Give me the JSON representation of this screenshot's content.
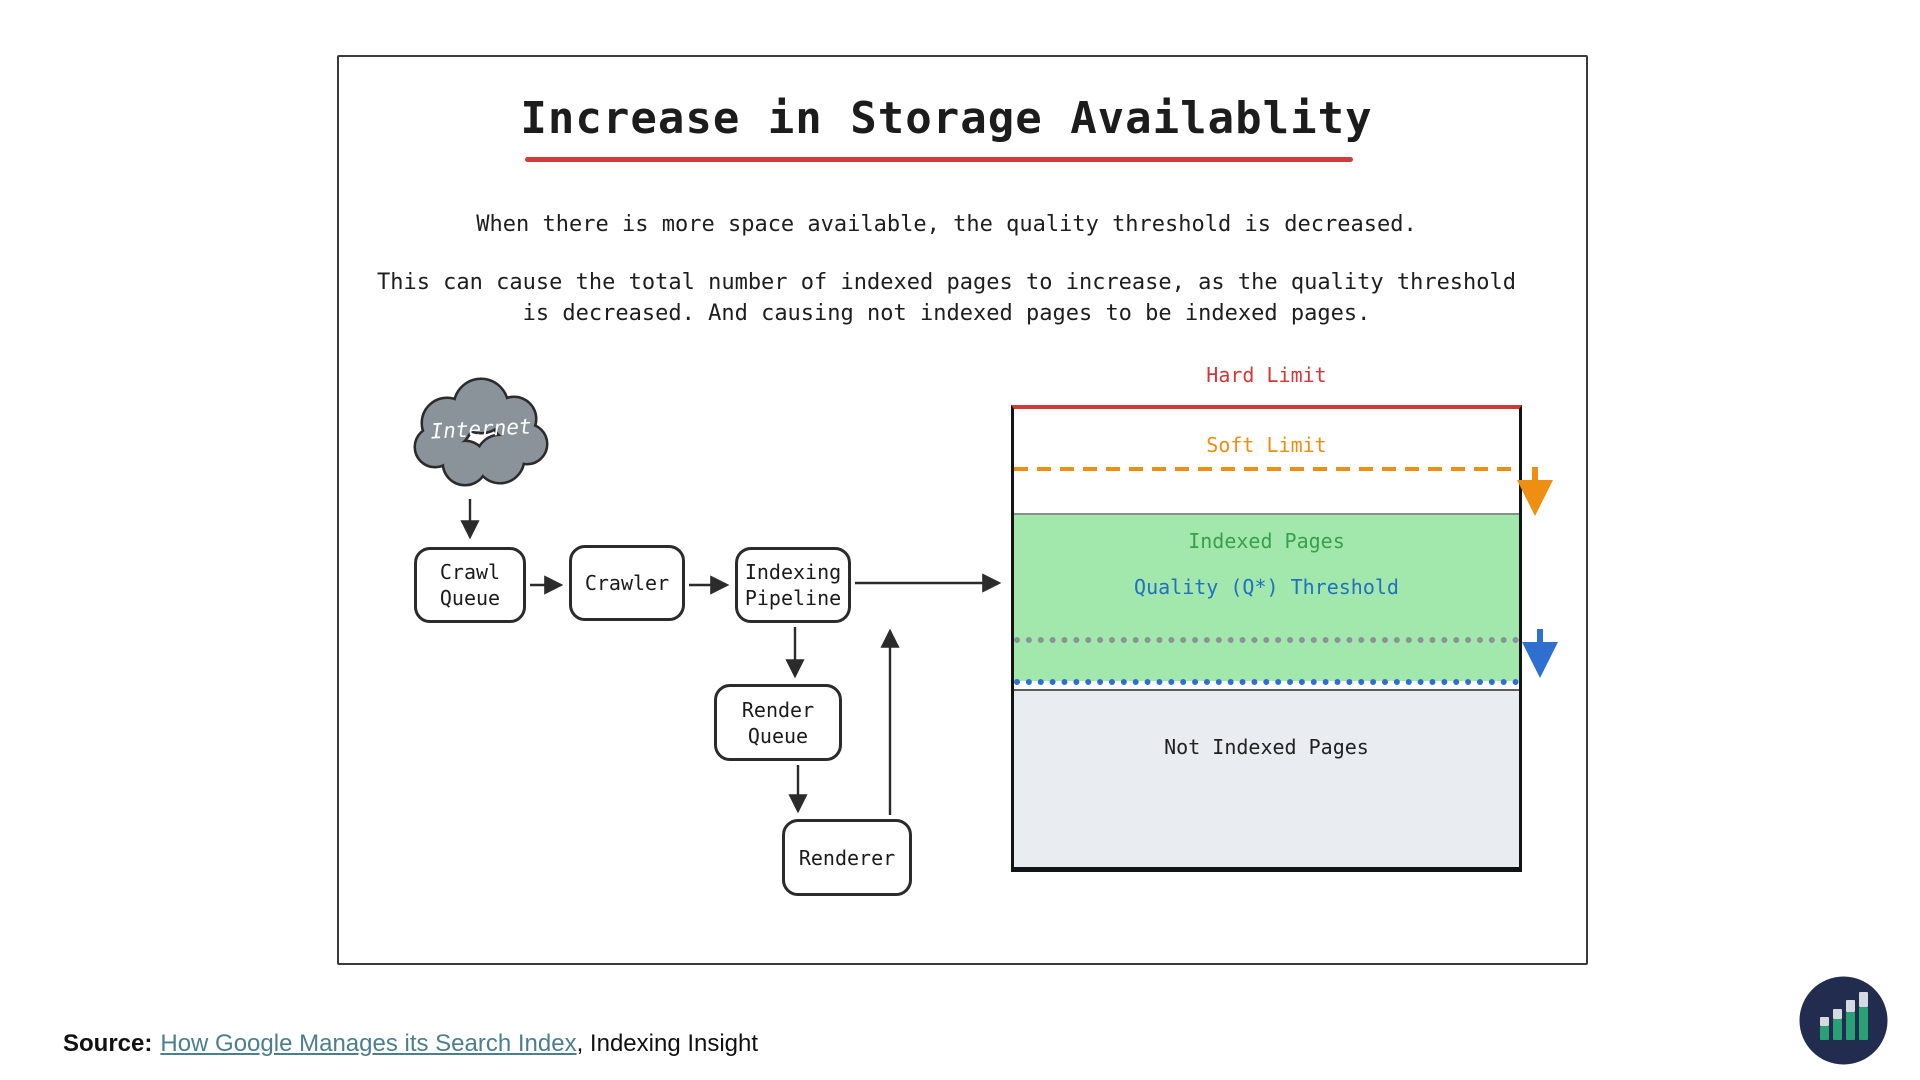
{
  "slide": {
    "title": "Increase in Storage Availablity",
    "paragraph1": "When there is more space available, the quality threshold is decreased.",
    "paragraph2_line1": "This can cause the total number of indexed pages to increase, as the quality threshold",
    "paragraph2_line2": "is decreased. And causing not indexed pages to be indexed pages."
  },
  "flowchart": {
    "internet_label": "Internet",
    "crawl_queue": "Crawl Queue",
    "crawler": "Crawler",
    "indexing_pipeline": "Indexing Pipeline",
    "render_queue": "Render Queue",
    "renderer": "Renderer"
  },
  "storage": {
    "hard_limit": "Hard Limit",
    "soft_limit": "Soft Limit",
    "indexed_pages": "Indexed Pages",
    "quality_threshold": "Quality (Q*) Threshold",
    "not_indexed_pages": "Not Indexed Pages"
  },
  "source": {
    "label": "Source:",
    "link_text": "How Google Manages its Search Index",
    "suffix": ", Indexing Insight"
  },
  "icons": {
    "internet_cloud": "cloud-icon",
    "logo": "indexing-insight-bar-chart-logo"
  },
  "colors": {
    "hard_limit_red": "#d43737",
    "title_underline_red": "#d13b3b",
    "soft_limit_orange": "#ee8e12",
    "indexed_green_text": "#38a04c",
    "indexed_green_bg": "#a2e7ab",
    "quality_blue": "#2170c2",
    "not_indexed_gray_bg": "#e9edf1",
    "gray_dotted": "#8b9399",
    "blue_dotted": "#2e6fd0",
    "cloud_gray": "#8a929a",
    "flow_stroke": "#2b2b2b",
    "link_teal": "#4c7f8c",
    "logo_navy": "#222c4e",
    "logo_bar_green": "#2aa077",
    "logo_bar_cap": "#d5dae0"
  }
}
